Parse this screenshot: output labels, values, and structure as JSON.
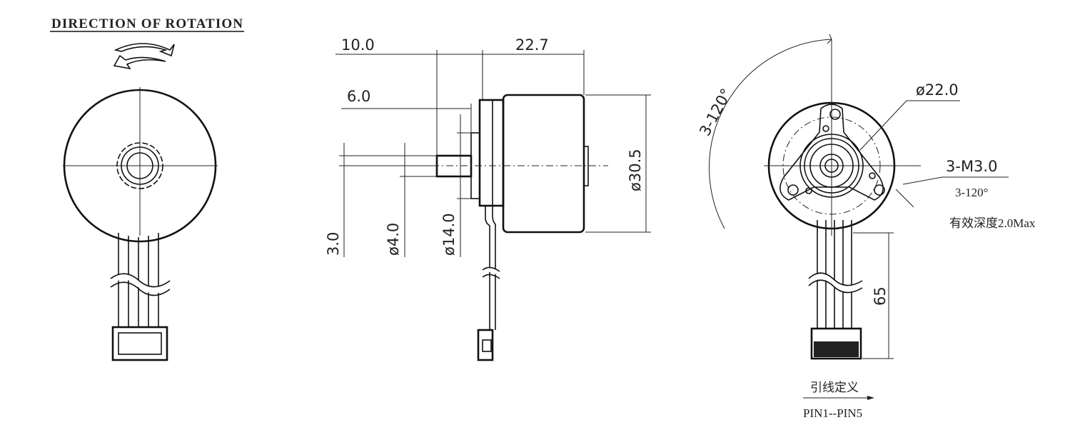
{
  "left_view": {
    "title": "DIRECTION OF ROTATION"
  },
  "side_view": {
    "dim_length_front": "10.0",
    "dim_length_body": "22.7",
    "dim_shaft_length": "6.0",
    "dim_flat": "3.0",
    "dim_shaft_dia": "ø4.0",
    "dim_boss_dia": "ø14.0",
    "dim_body_dia": "ø30.5"
  },
  "front_view": {
    "dim_angle_arc": "3-120°",
    "dim_pcd": "ø22.0",
    "dim_thread": "3-M3.0",
    "dim_thread_angle": "3-120°",
    "dim_thread_depth": "有效深度2.0Max",
    "dim_lead_length": "65",
    "lead_definition_label": "引线定义",
    "pin_range": "PIN1--PIN5"
  }
}
